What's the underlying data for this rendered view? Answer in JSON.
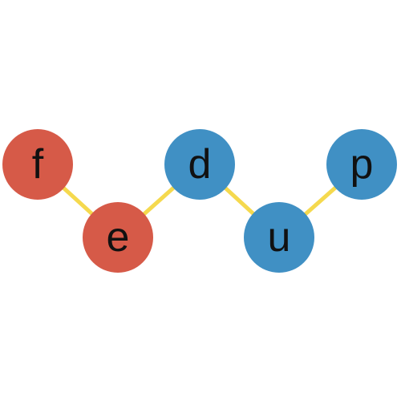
{
  "diagram": {
    "edge_color": "#f5d94e",
    "nodes": [
      {
        "id": "f",
        "label": "f",
        "color": "#d65a48"
      },
      {
        "id": "e",
        "label": "e",
        "color": "#d65a48"
      },
      {
        "id": "d",
        "label": "d",
        "color": "#4090c4"
      },
      {
        "id": "u",
        "label": "u",
        "color": "#4090c4"
      },
      {
        "id": "p",
        "label": "p",
        "color": "#4090c4"
      }
    ],
    "edges": [
      {
        "from": "f",
        "to": "e"
      },
      {
        "from": "e",
        "to": "d"
      },
      {
        "from": "d",
        "to": "u"
      },
      {
        "from": "u",
        "to": "p"
      }
    ]
  }
}
